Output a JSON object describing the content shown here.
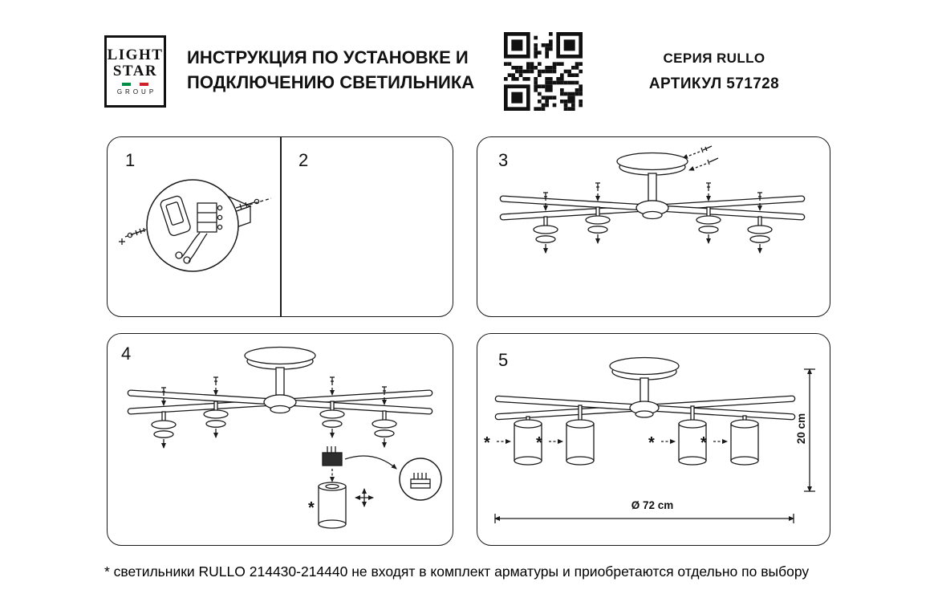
{
  "header": {
    "logo": {
      "line1": "LIGHT",
      "line2": "STAR",
      "line3": "GROUP"
    },
    "title_line1": "ИНСТРУКЦИЯ ПО УСТАНОВКЕ И",
    "title_line2": "ПОДКЛЮЧЕНИЮ СВЕТИЛЬНИКА",
    "series": "СЕРИЯ RULLO",
    "article": "АРТИКУЛ 571728"
  },
  "steps": {
    "step1": {
      "number": "1"
    },
    "step2": {
      "number": "2"
    },
    "step3": {
      "number": "3"
    },
    "step4": {
      "number": "4",
      "asterisk": "*"
    },
    "step5": {
      "number": "5",
      "asterisk": "*",
      "diameter_label": "Ø 72 cm",
      "height_label": "20 cm"
    }
  },
  "footnote": "* светильники RULLO 214430-214440 не входят в комплект арматуры и приобретаются отдельно по выбору",
  "icons": {
    "qr": "qr-code",
    "flag": "italian-flag"
  },
  "colors": {
    "ink": "#1a1a1a",
    "background": "#ffffff",
    "flag_green": "#008C45",
    "flag_white": "#ffffff",
    "flag_red": "#CD212A"
  }
}
